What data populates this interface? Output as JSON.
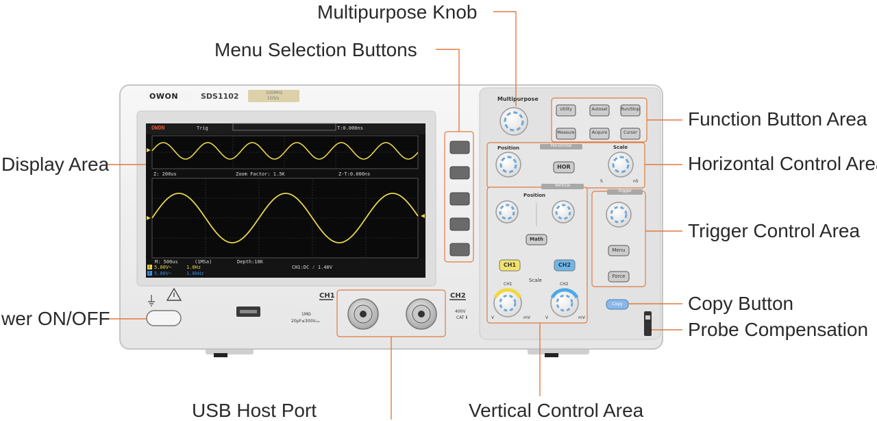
{
  "callouts": {
    "multipurpose_knob": "Multipurpose Knob",
    "menu_selection_buttons": "Menu Selection Buttons",
    "function_button_area": "Function Button Area",
    "display_area": "Display Area",
    "horizontal_control_area": "Horizontal Control Area",
    "trigger_control_area": "Trigger Control Area",
    "power_on_off": "wer ON/OFF",
    "copy_button": "Copy Button",
    "probe_compensation": "Probe Compensation",
    "usb_host_port": "USB Host Port",
    "vertical_control_area": "Vertical Control Area"
  },
  "device": {
    "brand": "OWON",
    "model": "SDS1102",
    "spec_line1": "100MHz",
    "spec_line2": "1GS/s",
    "input_spec_line1": "1MΩ",
    "input_spec_line2": "20pF≤300Vₘₐ",
    "ch1_input": "CH1",
    "ch2_input": "CH2",
    "ch2_rating_line1": "400V",
    "ch2_rating_line2": "CAT Ⅱ"
  },
  "screen": {
    "logo": "OWON",
    "trig_label": "Trig",
    "time_top": "T:0.000ns",
    "zoom_time": "Z: 200us",
    "zoom_factor": "Zoom Factor: 1.5K",
    "z_time": "Z-T:0.000ns",
    "main_time": "M: 500us",
    "sample_rate": "(1MSa)",
    "depth": "Depth:10K",
    "ch1_scale": "5.00V~",
    "ch2_scale": "5.00V~",
    "ch1_freq": "1.0Hz",
    "ch2_freq": "1.0kHz",
    "trig_info": "CH1:DC ⁄ 1.40V",
    "ch1_marker": "1",
    "ch2_marker": "2"
  },
  "panel": {
    "multipurpose": "Multipurpose",
    "utility": "Utility",
    "autoset": "Autoset",
    "run_stop": "Run/Stop",
    "measure": "Measure",
    "acquire": "Acquire",
    "cursor": "Cursor",
    "position": "Position",
    "horizontal": "Horizontal",
    "scale": "Scale",
    "hor": "HOR",
    "s_label": "S",
    "ns_label": "nS",
    "vertical": "Vertical",
    "v_position": "Position",
    "math": "Math",
    "ch1": "CH1",
    "ch2": "CH2",
    "v_scale": "Scale",
    "v_label": "V",
    "mv_label": "mV",
    "trigger": "Trigger",
    "menu": "Menu",
    "force": "Force",
    "copy": "Copy"
  }
}
